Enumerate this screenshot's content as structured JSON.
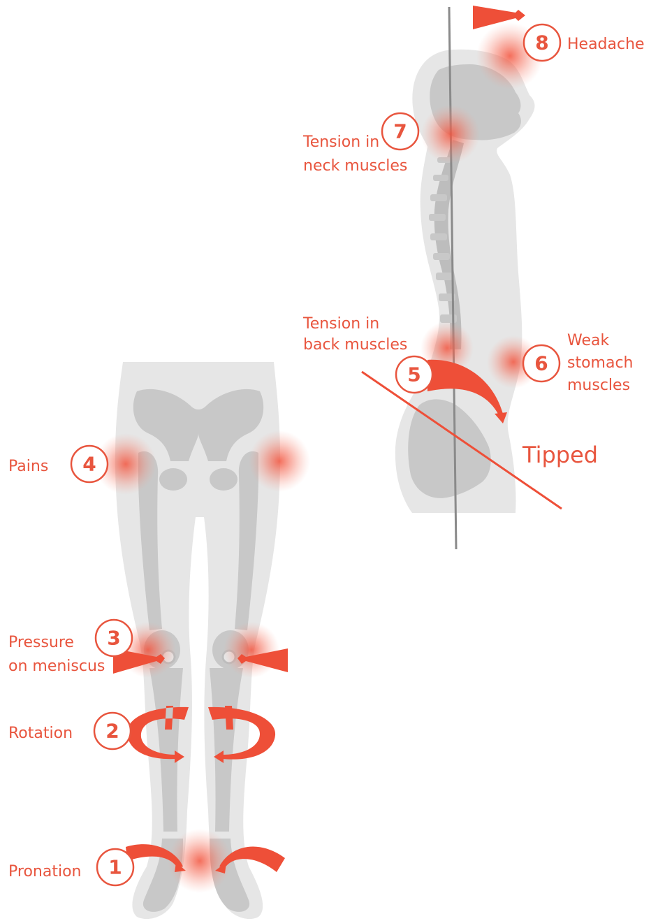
{
  "labels": {
    "headache": "Headache",
    "neck_line1": "Tension in",
    "neck_line2": "neck muscles",
    "back_line1": "Tension in",
    "back_line2": "back muscles",
    "stomach_line1": "Weak",
    "stomach_line2": "stomach",
    "stomach_line3": "muscles",
    "tipped": "Tipped",
    "pains": "Pains",
    "meniscus_line1": "Pressure",
    "meniscus_line2": "on meniscus",
    "rotation": "Rotation",
    "pronation": "Pronation"
  },
  "badges": {
    "b1": "1",
    "b2": "2",
    "b3": "3",
    "b4": "4",
    "b5": "5",
    "b6": "6",
    "b7": "7",
    "b8": "8"
  },
  "colors": {
    "accent": "#e8553e",
    "body": "#e6e6e6",
    "bone": "#c8c8c8",
    "axis": "#8a8a8a"
  }
}
